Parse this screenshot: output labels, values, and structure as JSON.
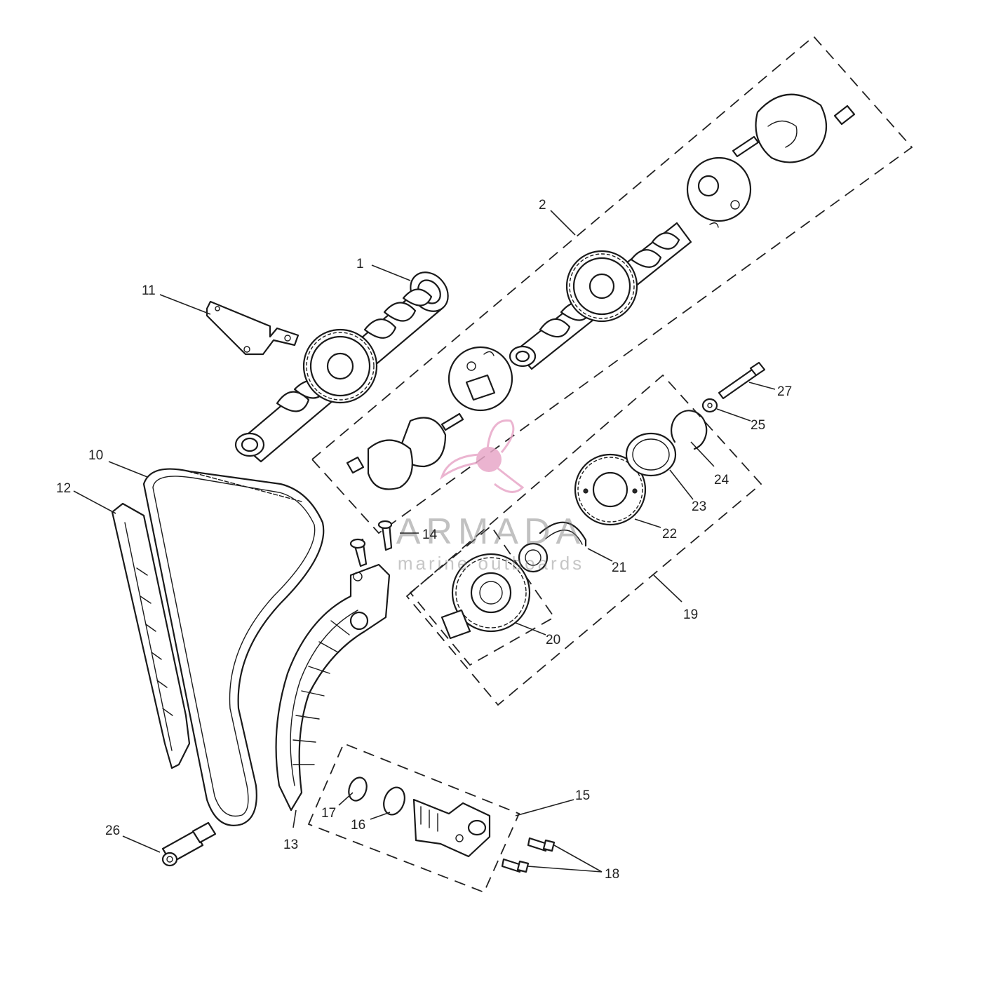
{
  "callouts": [
    "1",
    "2",
    "10",
    "11",
    "12",
    "13",
    "14",
    "15",
    "16",
    "17",
    "18",
    "19",
    "20",
    "21",
    "22",
    "23",
    "24",
    "25",
    "26",
    "27"
  ],
  "watermark": {
    "brand": "ARMADA",
    "tagline": "marine outboards",
    "color": "#e8a8c8"
  }
}
